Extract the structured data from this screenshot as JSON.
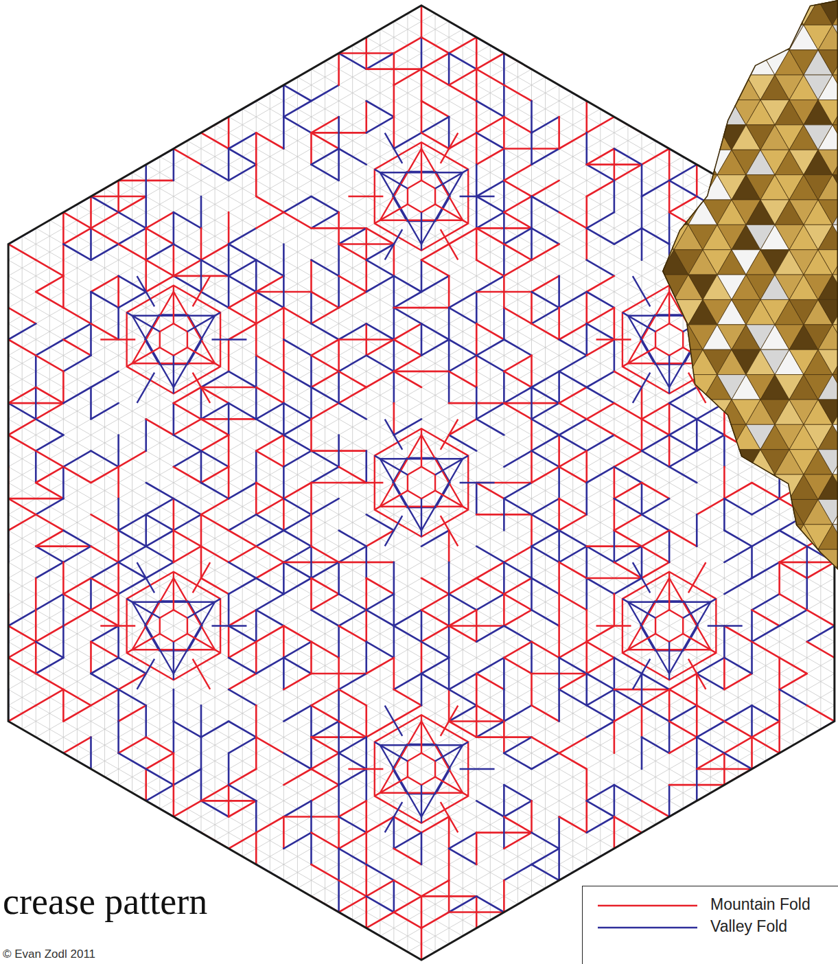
{
  "diagram": {
    "title": "crease pattern",
    "labels": [
      "© Evan Zodl 2011"
    ],
    "legend": [
      {
        "text": "Mountain Fold"
      },
      {
        "text": "Valley Fold"
      }
    ]
  }
}
